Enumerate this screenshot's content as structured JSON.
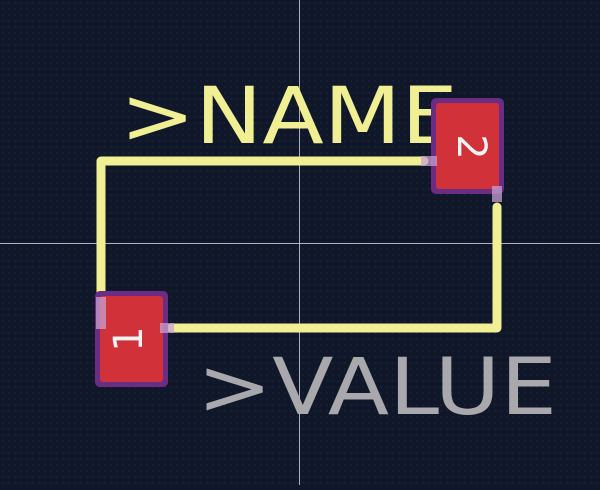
{
  "board": {
    "background_color": "#0f1729",
    "grid_dot_color": "#2a3550",
    "crosshair_color": "#c7cdd8",
    "silkscreen_color": "#f1ef94",
    "value_text_color": "#a9a9ad",
    "pad_fill_color": "#d13138",
    "pad_outline_color": "#6a2d83",
    "pad_label_color": "#f3f3f3"
  },
  "labels": {
    "name": ">NAME",
    "value": ">VALUE"
  },
  "pads": [
    {
      "label": "1"
    },
    {
      "label": "2"
    }
  ]
}
